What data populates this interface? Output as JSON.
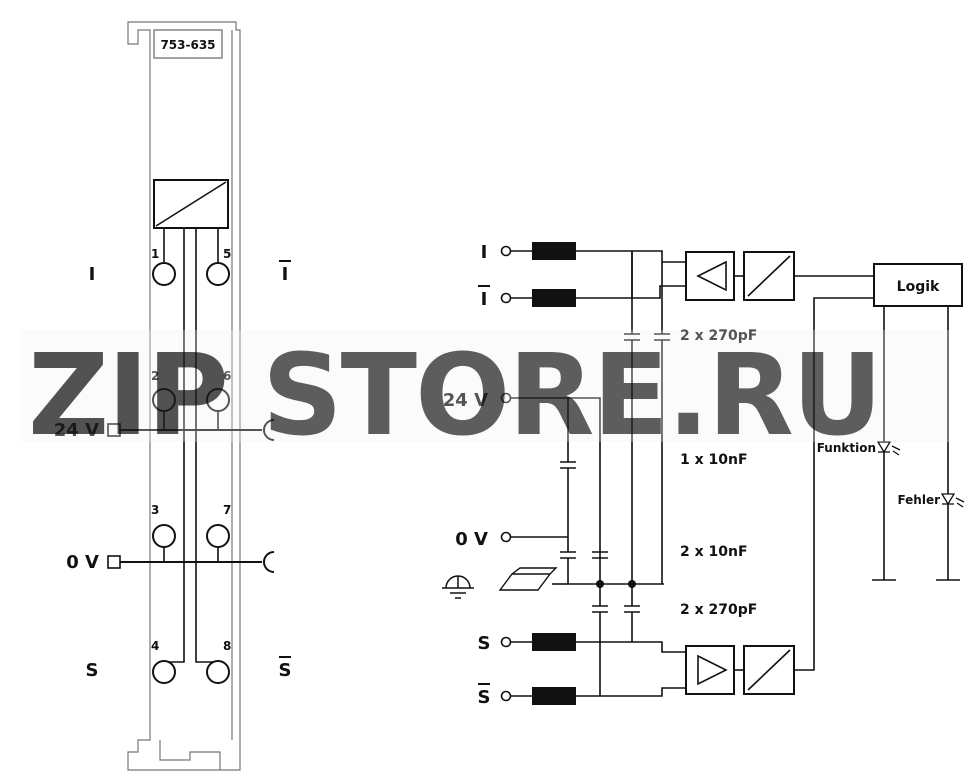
{
  "module": {
    "part_number": "753-635"
  },
  "left": {
    "side_labels": {
      "i": "I",
      "i_bar": "I",
      "s": "S",
      "s_bar": "S"
    },
    "terminal_numbers": [
      "1",
      "2",
      "3",
      "4",
      "5",
      "6",
      "7",
      "8"
    ],
    "supply_labels": {
      "v24": "24 V",
      "v0": "0 V"
    }
  },
  "right": {
    "inputs": {
      "i": "I",
      "i_bar": "I",
      "v24": "24 V",
      "v0": "0 V",
      "s": "S",
      "s_bar": "S"
    },
    "capacitor_labels": {
      "top": "2 x 270pF",
      "mid": "1 x 10nF",
      "lower": "2 x 10nF",
      "bottom": "2 x 270pF"
    },
    "logic_label": "Logik",
    "led_labels": {
      "funktion": "Funktion",
      "fehler": "Fehler"
    }
  },
  "watermark": {
    "part1": "ZIP",
    "part2": "STORE.RU"
  },
  "colors": {
    "line": "#111111",
    "watermark_orange": "#f5a75a",
    "watermark_gray": "#bdbdbd",
    "choke": "#111111"
  }
}
